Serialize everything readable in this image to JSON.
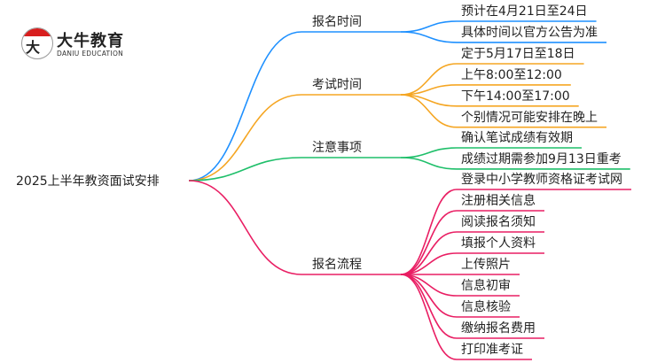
{
  "logo": {
    "glyph": "大牛",
    "name_cn": "大牛教育",
    "name_en": "DANIU EDUCATION"
  },
  "root": "2025上半年教资面试安排",
  "branches": [
    {
      "label": "报名时间",
      "color": "#1e90ff",
      "leaves": [
        "预计在4月21日至24日",
        "具体时间以官方公告为准"
      ]
    },
    {
      "label": "考试时间",
      "color": "#f5a623",
      "leaves": [
        "定于5月17日至18日",
        "上午8:00至12:00",
        "下午14:00至17:00",
        "个别情况可能安排在晚上"
      ]
    },
    {
      "label": "注意事项",
      "color": "#1fbf6a",
      "leaves": [
        "确认笔试成绩有效期",
        "成绩过期需参加9月13日重考"
      ]
    },
    {
      "label": "报名流程",
      "color": "#e91e63",
      "leaves": [
        "登录中小学教师资格证考试网",
        "注册相关信息",
        "阅读报名须知",
        "填报个人资料",
        "上传照片",
        "信息初审",
        "信息核验",
        "缴纳报名费用",
        "打印准考证"
      ]
    }
  ]
}
